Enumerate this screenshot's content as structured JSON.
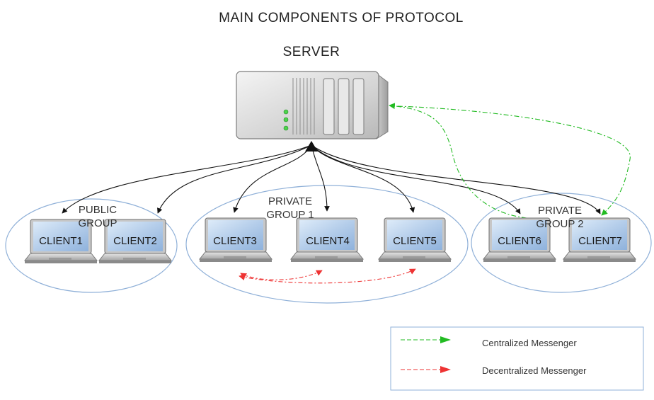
{
  "title": "MAIN COMPONENTS OF PROTOCOL",
  "server": {
    "label": "SERVER"
  },
  "groups": [
    {
      "id": "public",
      "label_line1": "PUBLIC",
      "label_line2": "GROUP"
    },
    {
      "id": "private1",
      "label_line1": "PRIVATE",
      "label_line2": "GROUP 1"
    },
    {
      "id": "private2",
      "label_line1": "PRIVATE",
      "label_line2": "GROUP 2"
    }
  ],
  "clients": [
    {
      "label": "CLIENT1"
    },
    {
      "label": "CLIENT2"
    },
    {
      "label": "CLIENT3"
    },
    {
      "label": "CLIENT4"
    },
    {
      "label": "CLIENT5"
    },
    {
      "label": "CLIENT6"
    },
    {
      "label": "CLIENT7"
    }
  ],
  "legend": {
    "centralized": {
      "label": "Centralized Messenger",
      "color": "#22bb22"
    },
    "decentralized": {
      "label": "Decentralized Messenger",
      "color": "#ee3333"
    }
  },
  "colors": {
    "group_outline": "#8fb0d8",
    "connection": "#111111"
  }
}
